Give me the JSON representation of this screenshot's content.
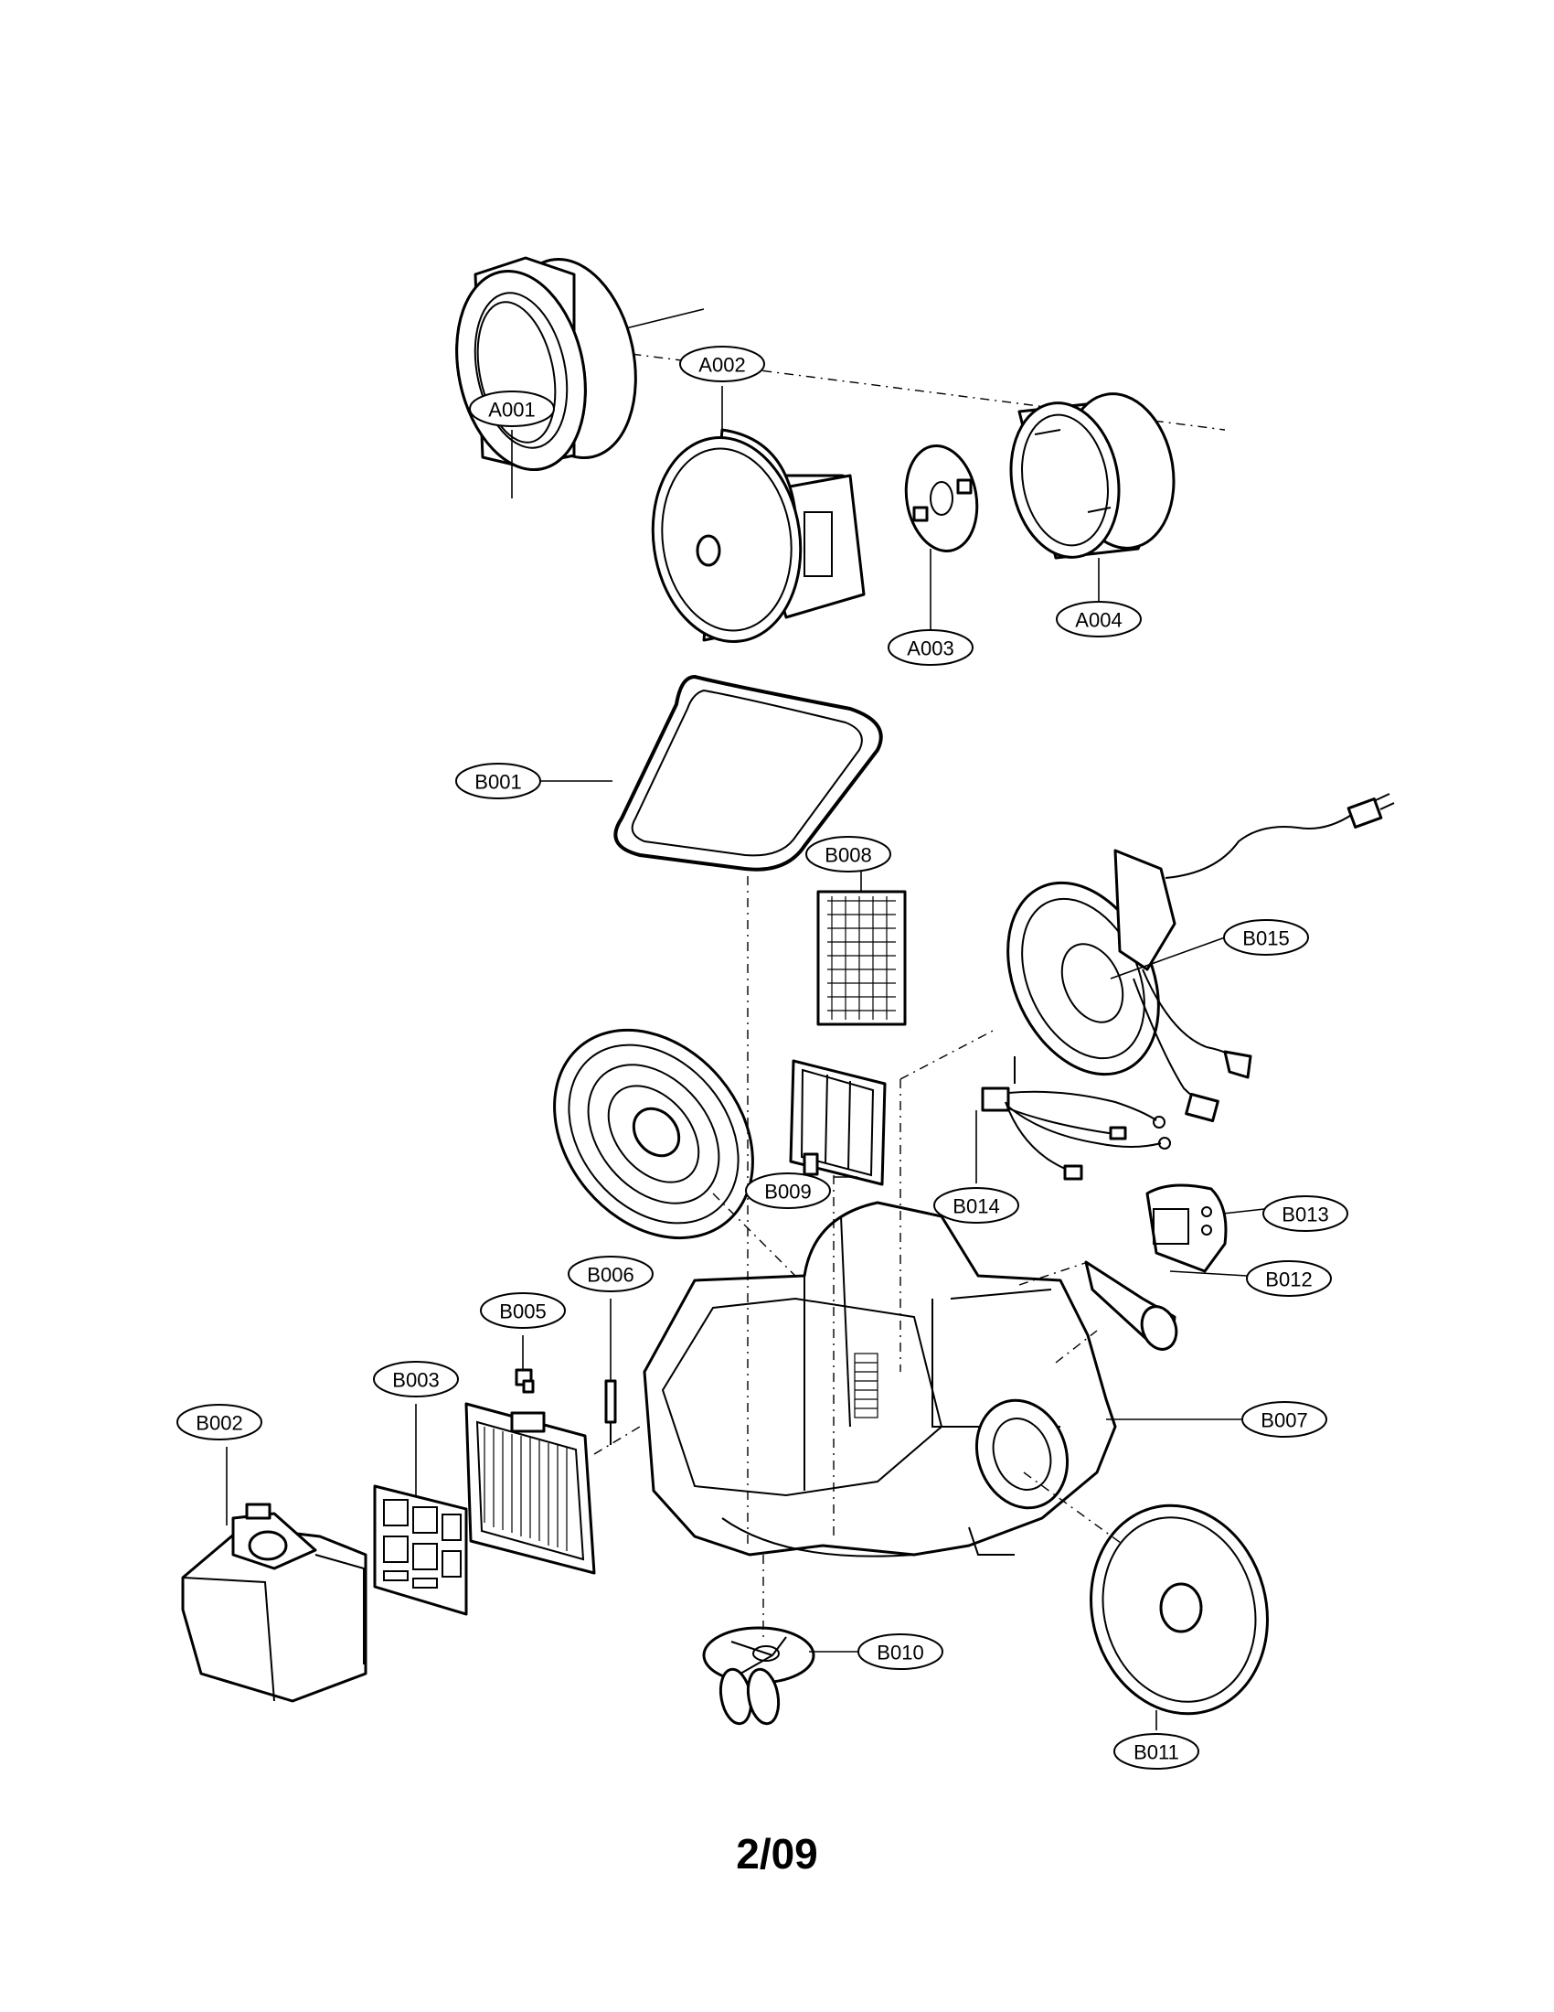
{
  "labels": {
    "A001": "A001",
    "A002": "A002",
    "A003": "A003",
    "A004": "A004",
    "B001": "B001",
    "B002": "B002",
    "B003": "B003",
    "B005": "B005",
    "B006": "B006",
    "B007": "B007",
    "B008": "B008",
    "B009": "B009",
    "B010": "B010",
    "B011": "B011",
    "B012": "B012",
    "B013": "B013",
    "B014": "B014",
    "B015": "B015"
  },
  "page_number": "2/09"
}
